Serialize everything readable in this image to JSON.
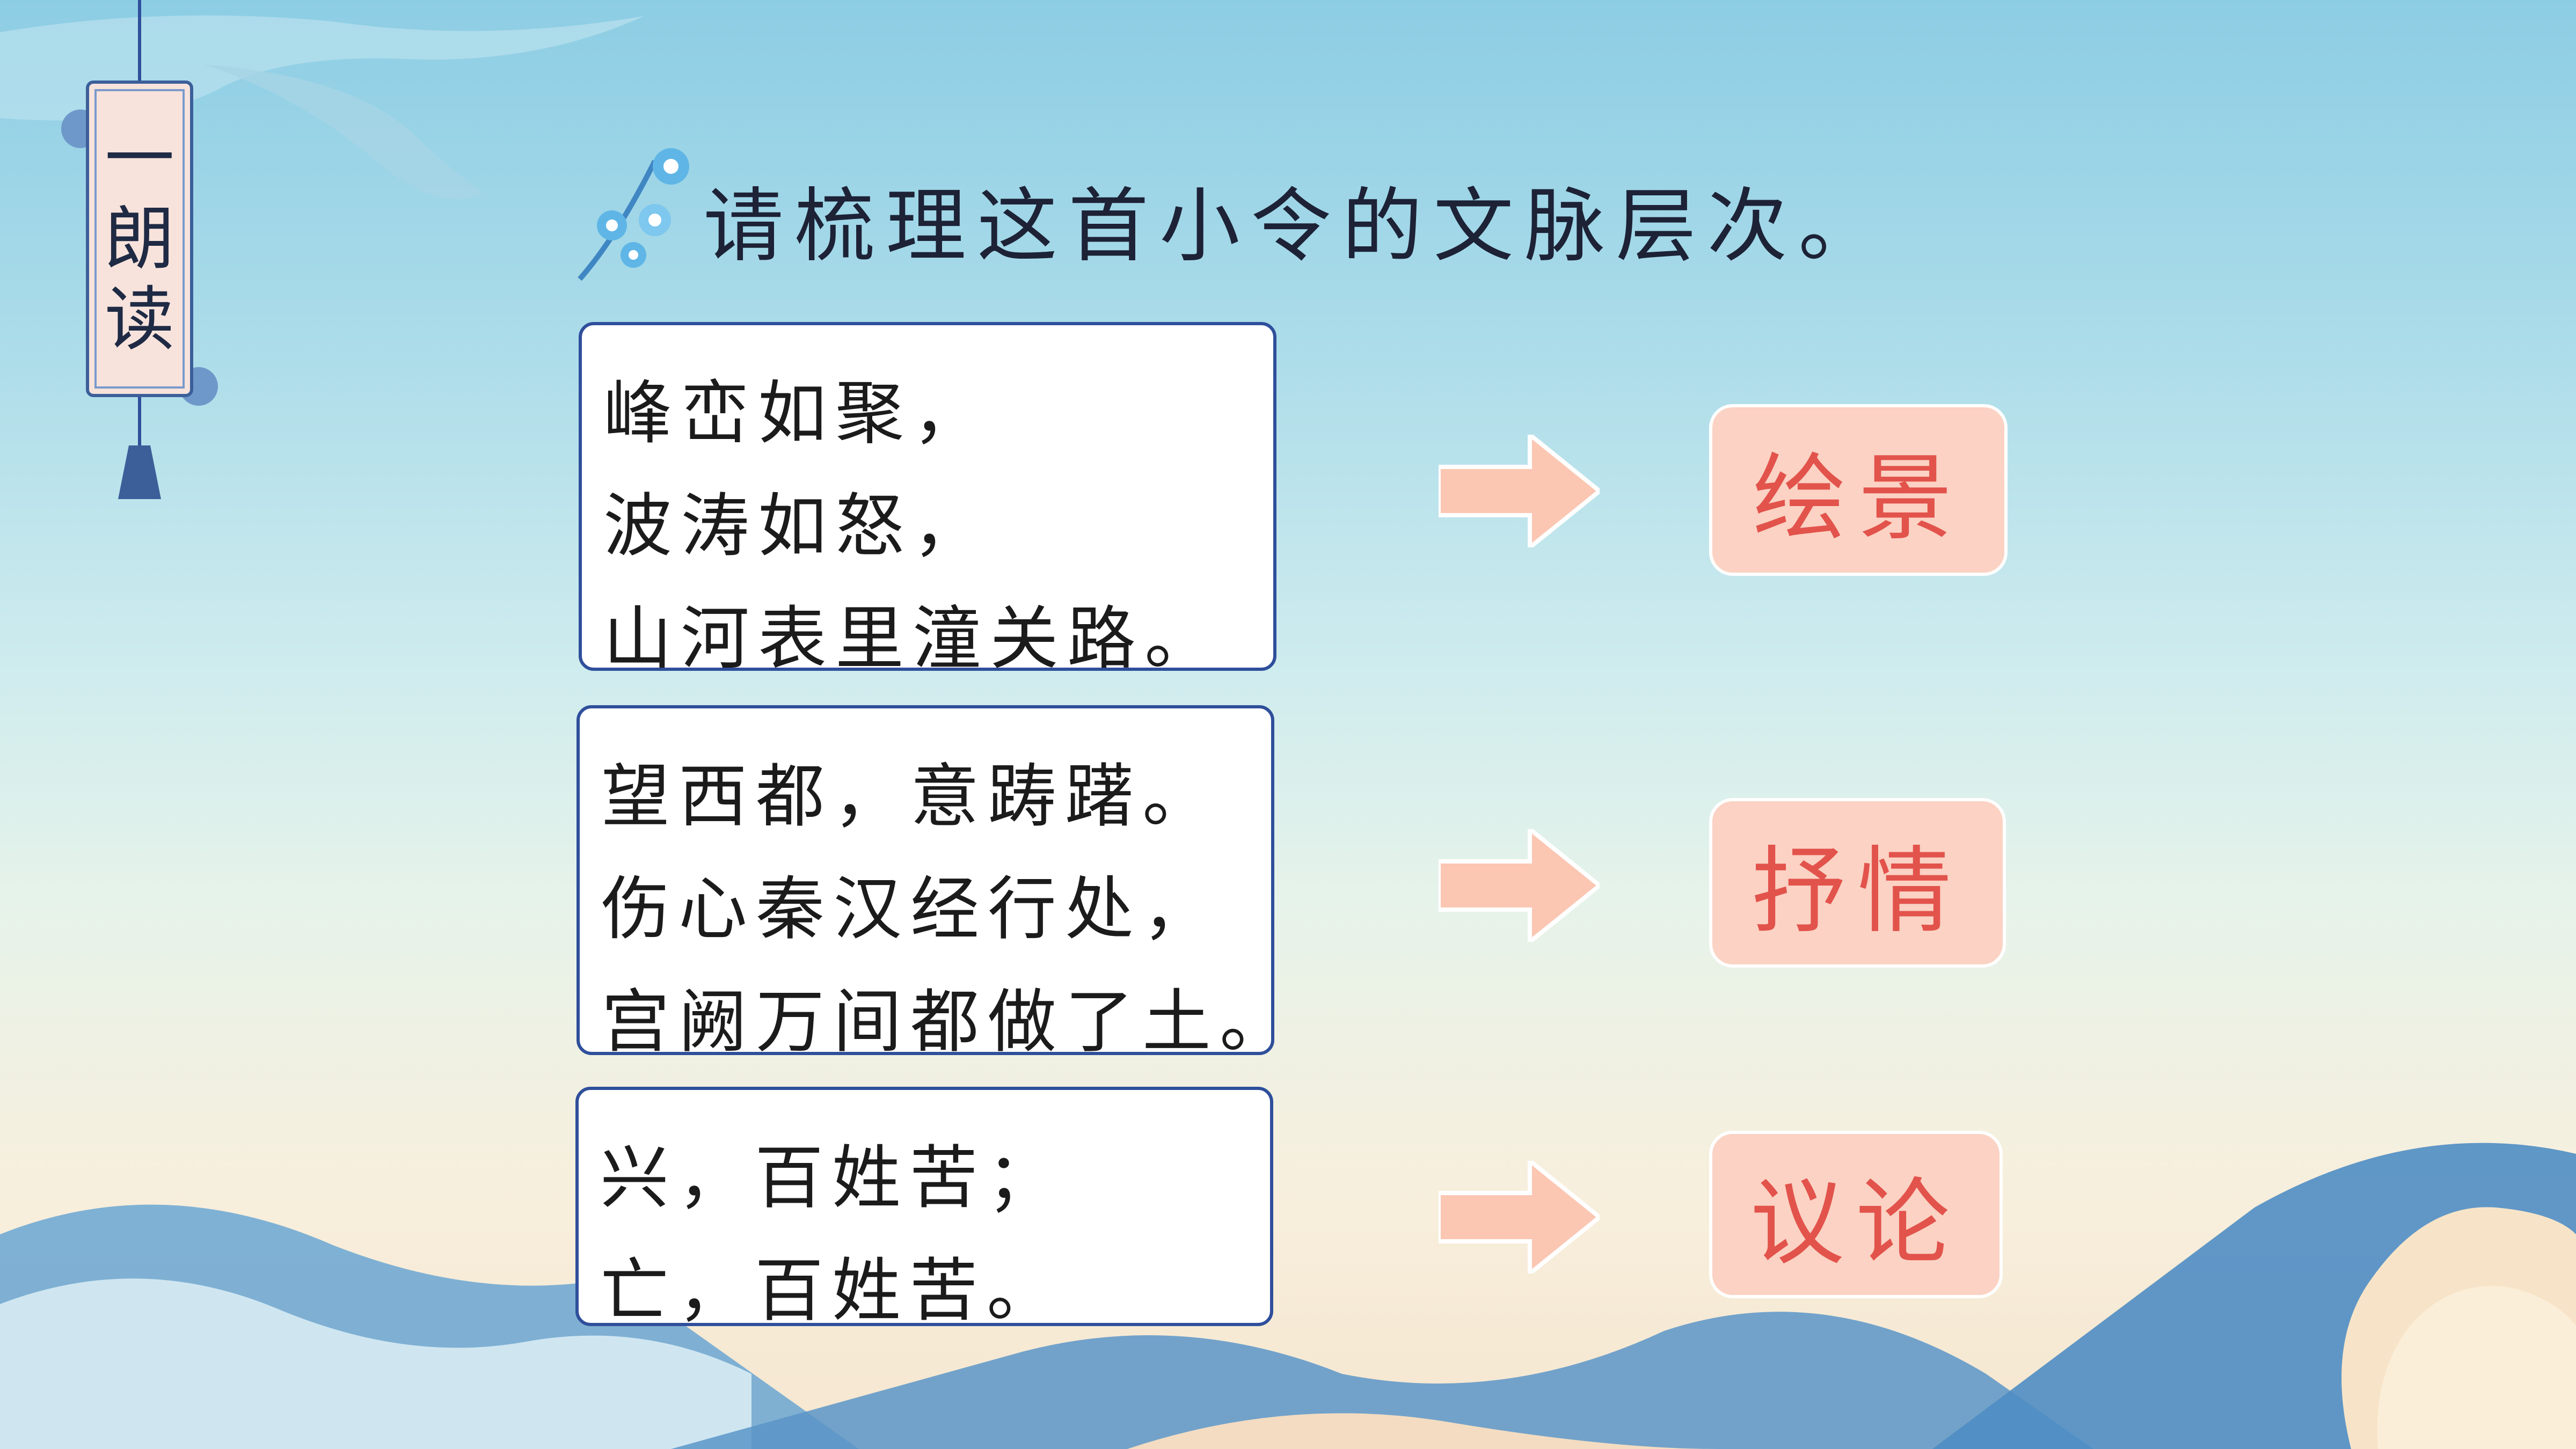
{
  "section_tag": {
    "chars": [
      "一",
      "朗",
      "读"
    ]
  },
  "heading": "请梳理这首小令的文脉层次。",
  "rows": [
    {
      "lines": [
        "峰峦如聚，",
        "波涛如怒，",
        "山河表里潼关路。"
      ],
      "category": "绘景"
    },
    {
      "lines": [
        "望西都，意踌躇。",
        "伤心秦汉经行处，",
        "宫阙万间都做了土。"
      ],
      "category": "抒情"
    },
    {
      "lines": [
        "兴，百姓苦；",
        "亡，百姓苦。"
      ],
      "category": "议论"
    }
  ],
  "colors": {
    "box_border": "#2f4f9b",
    "category_bg": "#fbd2c3",
    "category_text": "#e2534c",
    "arrow": "#fbc7b3"
  }
}
